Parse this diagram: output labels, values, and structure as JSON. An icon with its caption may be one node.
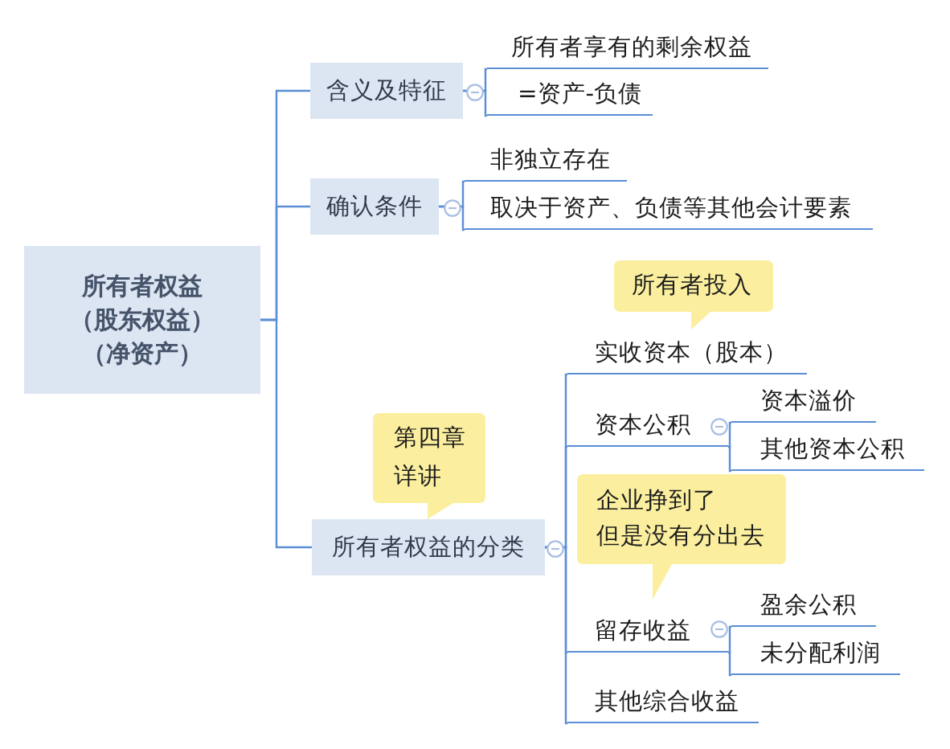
{
  "diagram": {
    "nodes": [
      {
        "text": [
          "所有者权益（股东权益）（净资产）"
        ]
      },
      {
        "text": [
          "含义及特征"
        ]
      },
      {
        "text": [
          "所有者享有的剩余权益"
        ]
      },
      {
        "text": [
          "=资产-负债"
        ]
      },
      {
        "text": [
          "确认条件"
        ]
      },
      {
        "text": [
          "非独立存在"
        ]
      },
      {
        "text": [
          "取决于资产、负债等其他会计要素"
        ]
      },
      {
        "text": [
          "第四章详讲"
        ]
      },
      {
        "text": [
          "所有者权益的分类"
        ]
      },
      {
        "text": [
          "所有者投入"
        ]
      },
      {
        "text": [
          "实收资本（股本）"
        ]
      },
      {
        "text": [
          "资本公积"
        ]
      },
      {
        "text": [
          "资本溢价"
        ]
      },
      {
        "text": [
          "其他资本公积"
        ]
      },
      {
        "text": [
          "企业挣到了但是没有分出去"
        ]
      },
      {
        "text": [
          "留存收益"
        ]
      },
      {
        "text": [
          "盈余公积"
        ]
      },
      {
        "text": [
          "未分配利润"
        ]
      },
      {
        "text": [
          "其他综合收益"
        ]
      }
    ],
    "edges": [
      {
        "from": 0,
        "to": 1,
        "arrow": "none"
      },
      {
        "from": 0,
        "to": 4,
        "arrow": "none"
      },
      {
        "from": 0,
        "to": 8,
        "arrow": "none"
      },
      {
        "from": 1,
        "to": 2,
        "arrow": "none"
      },
      {
        "from": 1,
        "to": 3,
        "arrow": "none"
      },
      {
        "from": 4,
        "to": 5,
        "arrow": "none"
      },
      {
        "from": 4,
        "to": 6,
        "arrow": "none"
      },
      {
        "from": 8,
        "to": 10,
        "arrow": "none"
      },
      {
        "from": 8,
        "to": 11,
        "arrow": "none"
      },
      {
        "from": 8,
        "to": 15,
        "arrow": "none"
      },
      {
        "from": 8,
        "to": 18,
        "arrow": "none"
      },
      {
        "from": 11,
        "to": 12,
        "arrow": "none"
      },
      {
        "from": 11,
        "to": 13,
        "arrow": "none"
      },
      {
        "from": 15,
        "to": 16,
        "arrow": "none"
      },
      {
        "from": 15,
        "to": 17,
        "arrow": "none"
      }
    ]
  }
}
